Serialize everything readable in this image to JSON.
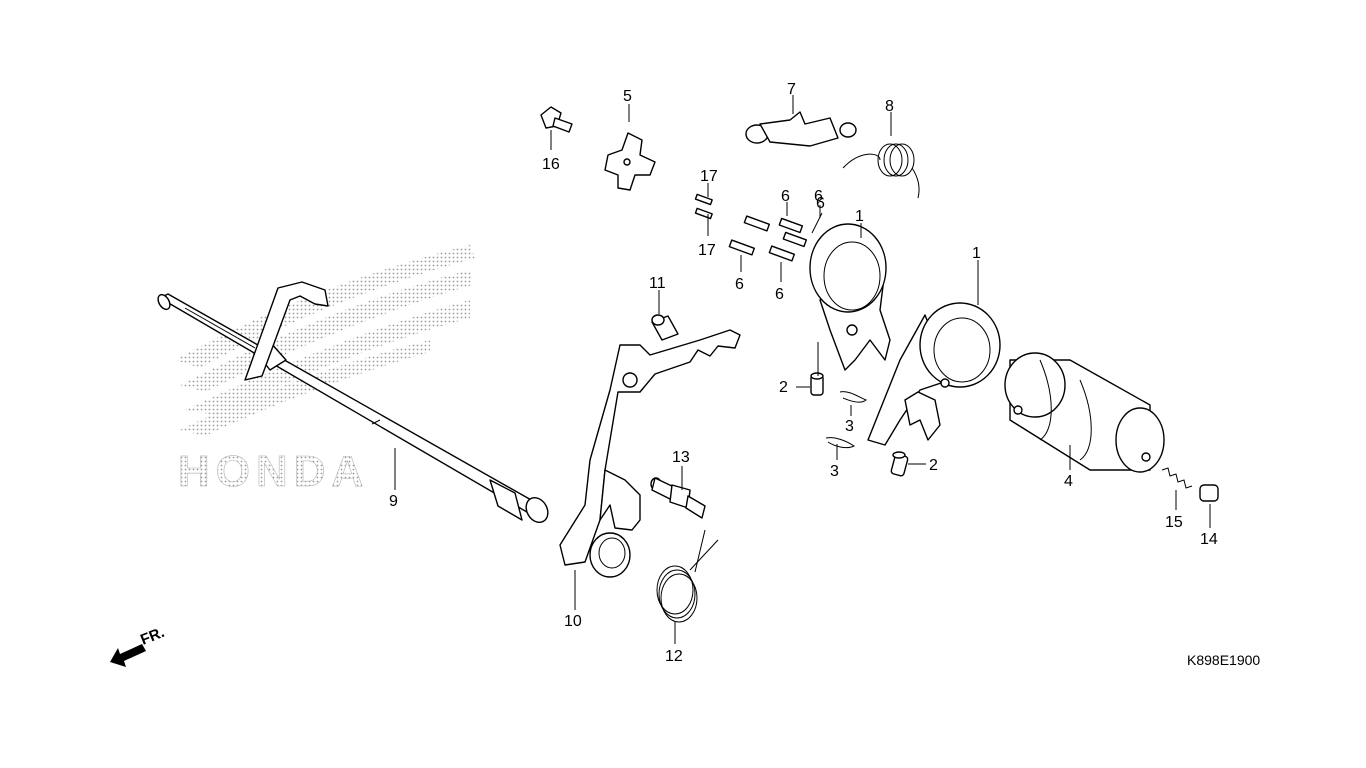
{
  "diagram_code": "K898E1900",
  "direction_label": "FR.",
  "watermark": {
    "text": "HONDA",
    "color": "#b3b3b3"
  },
  "callouts": [
    {
      "id": "p1a",
      "label": "1"
    },
    {
      "id": "p1b",
      "label": "1"
    },
    {
      "id": "p2a",
      "label": "2"
    },
    {
      "id": "p2b",
      "label": "2"
    },
    {
      "id": "p3a",
      "label": "3"
    },
    {
      "id": "p3b",
      "label": "3"
    },
    {
      "id": "p4",
      "label": "4"
    },
    {
      "id": "p5",
      "label": "5"
    },
    {
      "id": "p6a",
      "label": "6"
    },
    {
      "id": "p6b",
      "label": "6"
    },
    {
      "id": "p6c",
      "label": "6"
    },
    {
      "id": "p6d",
      "label": "6"
    },
    {
      "id": "p6e",
      "label": "6"
    },
    {
      "id": "p7",
      "label": "7"
    },
    {
      "id": "p8",
      "label": "8"
    },
    {
      "id": "p9",
      "label": "9"
    },
    {
      "id": "p10",
      "label": "10"
    },
    {
      "id": "p11",
      "label": "11"
    },
    {
      "id": "p12",
      "label": "12"
    },
    {
      "id": "p13",
      "label": "13"
    },
    {
      "id": "p14",
      "label": "14"
    },
    {
      "id": "p15",
      "label": "15"
    },
    {
      "id": "p16",
      "label": "16"
    },
    {
      "id": "p17a",
      "label": "17"
    },
    {
      "id": "p17b",
      "label": "17"
    }
  ]
}
